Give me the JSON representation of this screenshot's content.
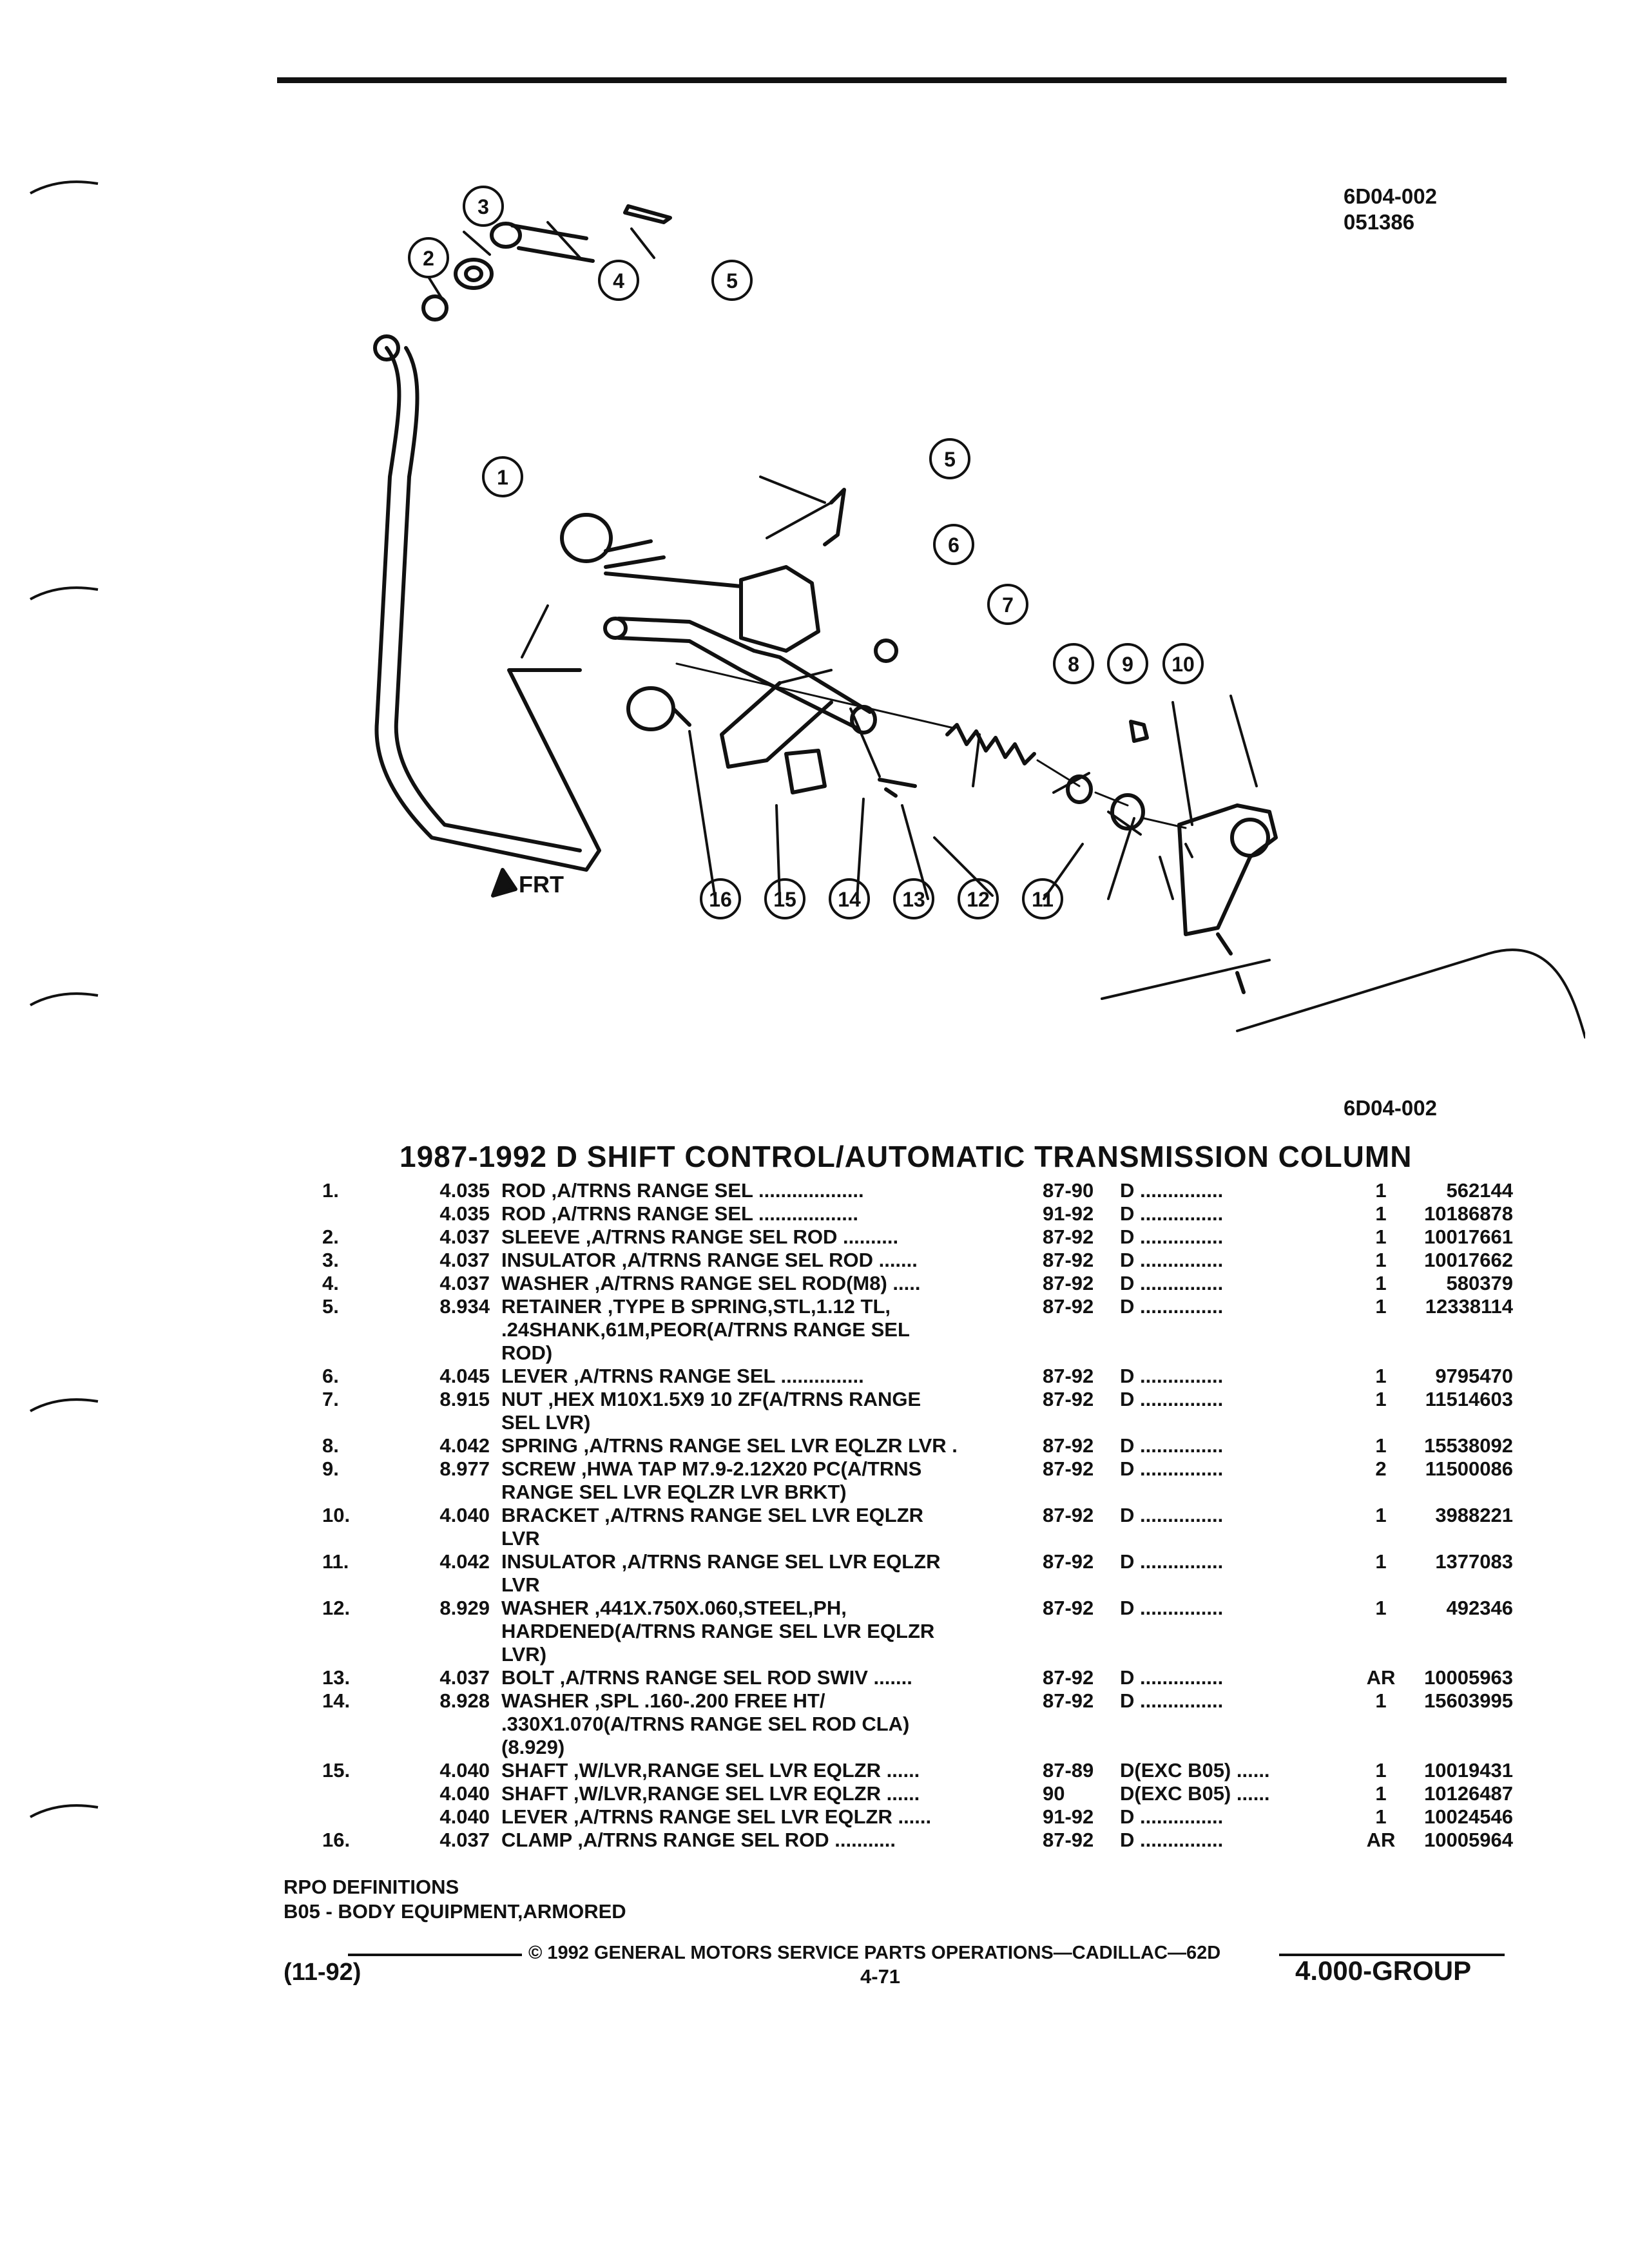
{
  "figure": {
    "id": "6D04-002",
    "date_code": "051386",
    "frt_label": "FRT",
    "callouts": [
      "1",
      "2",
      "3",
      "4",
      "5",
      "6",
      "7",
      "8",
      "9",
      "10",
      "11",
      "12",
      "13",
      "14",
      "15",
      "16"
    ],
    "caption_id": "6D04-002"
  },
  "title": "1987-1992 D SHIFT CONTROL/AUTOMATIC TRANSMISSION COLUMN",
  "parts": [
    {
      "idx": "1.",
      "group": "4.035",
      "desc": "ROD ,A/TRNS RANGE SEL ...................",
      "years": "87-90",
      "usage": "D ...............",
      "qty": "1",
      "part_no": "562144"
    },
    {
      "idx": "",
      "group": "4.035",
      "desc": "ROD ,A/TRNS RANGE SEL ..................",
      "years": "91-92",
      "usage": "D ...............",
      "qty": "1",
      "part_no": "10186878"
    },
    {
      "idx": "2.",
      "group": "4.037",
      "desc": "SLEEVE ,A/TRNS RANGE SEL ROD ..........",
      "years": "87-92",
      "usage": "D ...............",
      "qty": "1",
      "part_no": "10017661"
    },
    {
      "idx": "3.",
      "group": "4.037",
      "desc": "INSULATOR ,A/TRNS RANGE SEL ROD .......",
      "years": "87-92",
      "usage": "D ...............",
      "qty": "1",
      "part_no": "10017662"
    },
    {
      "idx": "4.",
      "group": "4.037",
      "desc": "WASHER ,A/TRNS RANGE SEL ROD(M8) .....",
      "years": "87-92",
      "usage": "D ...............",
      "qty": "1",
      "part_no": "580379"
    },
    {
      "idx": "5.",
      "group": "8.934",
      "desc": "RETAINER ,TYPE B SPRING,STL,1.12 TL,\n.24SHANK,61M,PEOR(A/TRNS RANGE SEL\nROD)",
      "years": "87-92",
      "usage": "D ...............",
      "qty": "1",
      "part_no": "12338114"
    },
    {
      "idx": "6.",
      "group": "4.045",
      "desc": "LEVER ,A/TRNS RANGE SEL ...............",
      "years": "87-92",
      "usage": "D ...............",
      "qty": "1",
      "part_no": "9795470"
    },
    {
      "idx": "7.",
      "group": "8.915",
      "desc": "NUT ,HEX M10X1.5X9 10 ZF(A/TRNS RANGE\nSEL LVR)",
      "years": "87-92",
      "usage": "D ...............",
      "qty": "1",
      "part_no": "11514603"
    },
    {
      "idx": "8.",
      "group": "4.042",
      "desc": "SPRING ,A/TRNS RANGE SEL LVR EQLZR LVR .",
      "years": "87-92",
      "usage": "D ...............",
      "qty": "1",
      "part_no": "15538092"
    },
    {
      "idx": "9.",
      "group": "8.977",
      "desc": "SCREW ,HWA TAP M7.9-2.12X20 PC(A/TRNS\nRANGE SEL LVR EQLZR LVR BRKT)",
      "years": "87-92",
      "usage": "D ...............",
      "qty": "2",
      "part_no": "11500086"
    },
    {
      "idx": "10.",
      "group": "4.040",
      "desc": "BRACKET ,A/TRNS RANGE SEL LVR EQLZR\nLVR",
      "years": "87-92",
      "usage": "D ...............",
      "qty": "1",
      "part_no": "3988221"
    },
    {
      "idx": "11.",
      "group": "4.042",
      "desc": "INSULATOR ,A/TRNS RANGE SEL LVR EQLZR\nLVR",
      "years": "87-92",
      "usage": "D ...............",
      "qty": "1",
      "part_no": "1377083"
    },
    {
      "idx": "12.",
      "group": "8.929",
      "desc": "WASHER ,441X.750X.060,STEEL,PH,\nHARDENED(A/TRNS RANGE SEL LVR EQLZR\nLVR)",
      "years": "87-92",
      "usage": "D ...............",
      "qty": "1",
      "part_no": "492346"
    },
    {
      "idx": "13.",
      "group": "4.037",
      "desc": "BOLT ,A/TRNS RANGE SEL ROD SWIV .......",
      "years": "87-92",
      "usage": "D ...............",
      "qty": "AR",
      "part_no": "10005963"
    },
    {
      "idx": "14.",
      "group": "8.928",
      "desc": "WASHER ,SPL .160-.200 FREE HT/\n.330X1.070(A/TRNS RANGE SEL ROD CLA)\n(8.929)",
      "years": "87-92",
      "usage": "D ...............",
      "qty": "1",
      "part_no": "15603995"
    },
    {
      "idx": "15.",
      "group": "4.040",
      "desc": "SHAFT ,W/LVR,RANGE SEL LVR EQLZR ......",
      "years": "87-89",
      "usage": "D(EXC B05) ......",
      "qty": "1",
      "part_no": "10019431"
    },
    {
      "idx": "",
      "group": "4.040",
      "desc": "SHAFT ,W/LVR,RANGE SEL LVR EQLZR ......",
      "years": "90",
      "usage": "D(EXC B05) ......",
      "qty": "1",
      "part_no": "10126487"
    },
    {
      "idx": "",
      "group": "4.040",
      "desc": "LEVER ,A/TRNS RANGE SEL LVR EQLZR ......",
      "years": "91-92",
      "usage": "D ...............",
      "qty": "1",
      "part_no": "10024546"
    },
    {
      "idx": "16.",
      "group": "4.037",
      "desc": "CLAMP ,A/TRNS RANGE SEL ROD ...........",
      "years": "87-92",
      "usage": "D ...............",
      "qty": "AR",
      "part_no": "10005964"
    }
  ],
  "rpo": {
    "heading": "RPO DEFINITIONS",
    "entries": [
      "B05 - BODY EQUIPMENT,ARMORED"
    ]
  },
  "footer": {
    "copyright": "© 1992 GENERAL MOTORS SERVICE PARTS OPERATIONS—CADILLAC—62D",
    "revision": "(11-92)",
    "page": "4-71",
    "group": "4.000-GROUP"
  }
}
